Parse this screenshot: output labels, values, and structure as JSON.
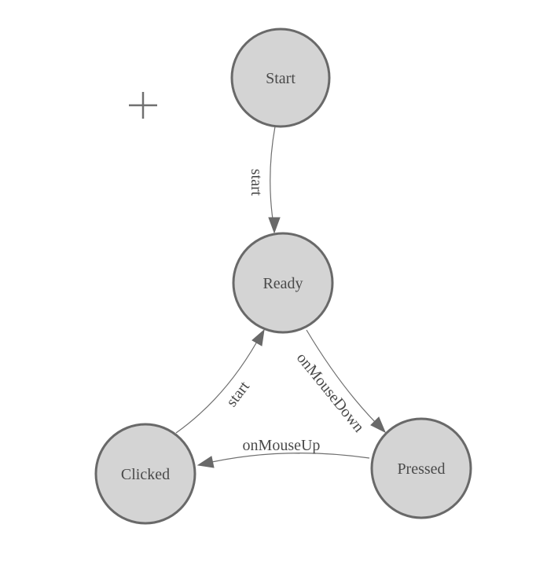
{
  "diagram": {
    "type": "state-machine",
    "background": "#ffffff",
    "colors": {
      "node_fill": "#d4d4d4",
      "node_stroke": "#696969",
      "edge_stroke": "#6e6e6e",
      "arrow_fill": "#696969",
      "label_text": "#4a4a4a",
      "crosshair": "#707070"
    },
    "nodes": [
      {
        "id": "start",
        "label": "Start"
      },
      {
        "id": "ready",
        "label": "Ready"
      },
      {
        "id": "clicked",
        "label": "Clicked"
      },
      {
        "id": "pressed",
        "label": "Pressed"
      }
    ],
    "edges": [
      {
        "from": "start",
        "to": "ready",
        "label": "start"
      },
      {
        "from": "ready",
        "to": "pressed",
        "label": "onMouseDown"
      },
      {
        "from": "pressed",
        "to": "clicked",
        "label": "onMouseUp"
      },
      {
        "from": "clicked",
        "to": "ready",
        "label": "start"
      }
    ],
    "crosshair": {
      "present": true
    }
  }
}
